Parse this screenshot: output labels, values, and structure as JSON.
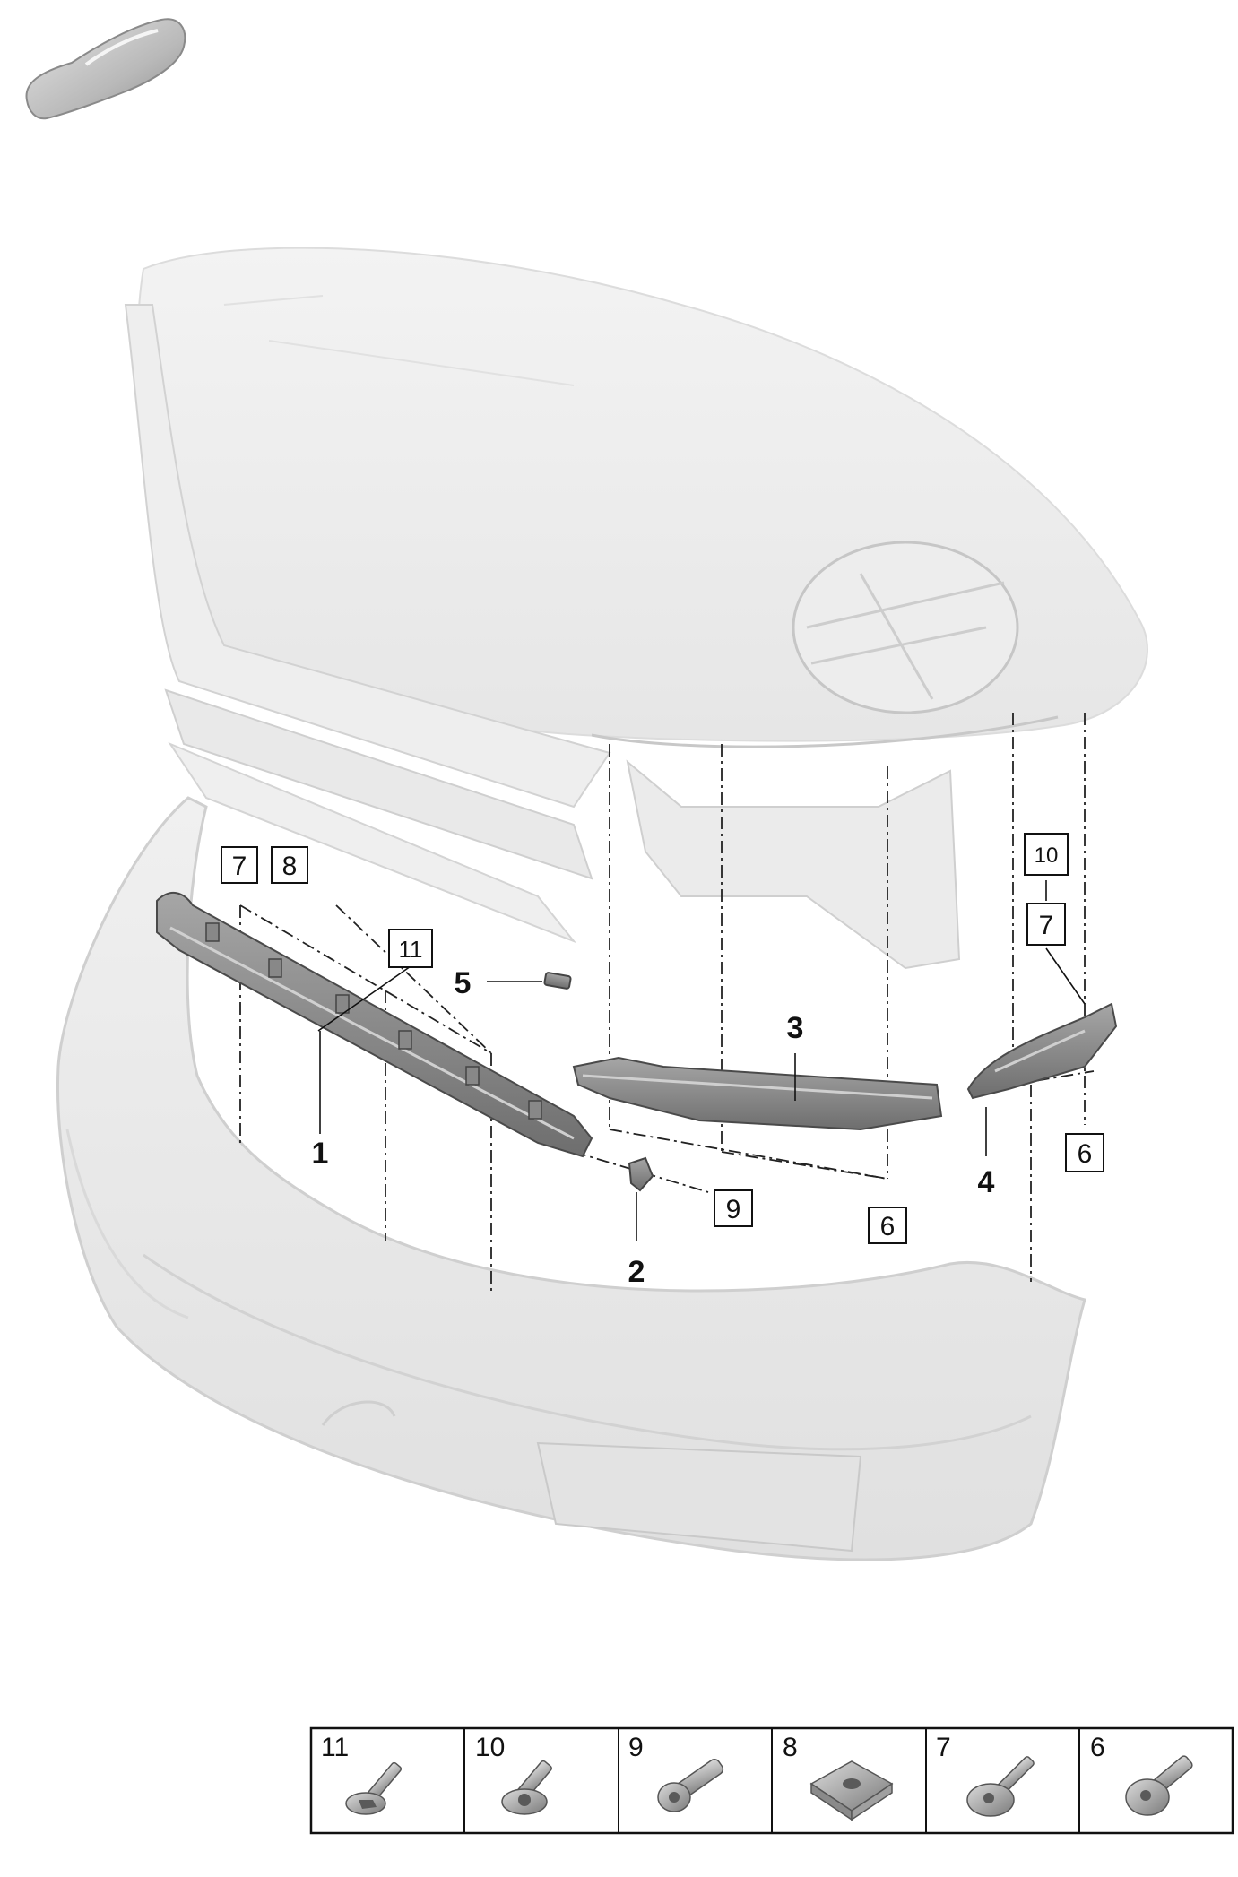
{
  "callouts": {
    "part_1": "1",
    "part_2": "2",
    "part_3": "3",
    "part_4": "4",
    "part_5": "5"
  },
  "boxed_refs": {
    "left_a": "7",
    "left_b": "8",
    "upper_mid": "11",
    "lower_mid": "9",
    "center_right": "6",
    "right_top": "10",
    "right_mid": "7",
    "right_low": "6"
  },
  "fastener_strip": [
    {
      "number": "11",
      "icon": "flange-bolt-icon"
    },
    {
      "number": "10",
      "icon": "washer-screw-icon"
    },
    {
      "number": "9",
      "icon": "torx-bolt-icon"
    },
    {
      "number": "8",
      "icon": "clip-nut-icon"
    },
    {
      "number": "7",
      "icon": "button-screw-icon"
    },
    {
      "number": "6",
      "icon": "torx-button-screw-icon"
    }
  ]
}
